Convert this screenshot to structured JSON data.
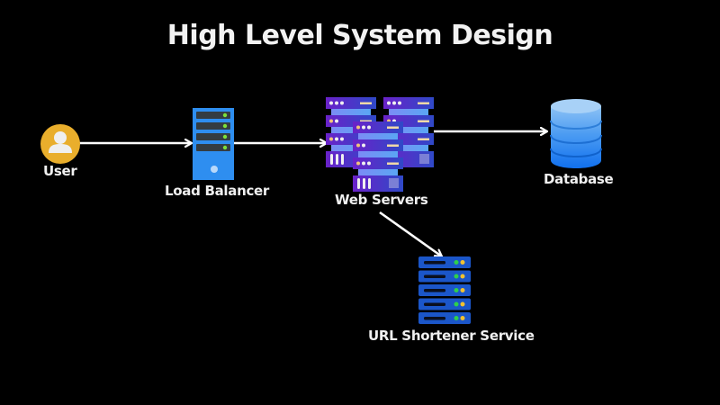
{
  "title": "High Level System Design",
  "nodes": {
    "user": {
      "label": "User",
      "icon": "user-avatar-icon",
      "color": "#E9AE2C"
    },
    "load_balancer": {
      "label": "Load Balancer",
      "icon": "server-tower-icon",
      "color": "#2E8EF0"
    },
    "web_servers": {
      "label": "Web Servers",
      "icon": "server-cluster-icon",
      "color": "#6A2FD6"
    },
    "database": {
      "label": "Database",
      "icon": "database-cylinder-icon",
      "color": "#1E7CF2"
    },
    "url_shortener": {
      "label": "URL Shortener Service",
      "icon": "server-rack-icon",
      "color": "#1B56C9"
    }
  },
  "edges": [
    {
      "from": "user",
      "to": "load_balancer"
    },
    {
      "from": "load_balancer",
      "to": "web_servers"
    },
    {
      "from": "web_servers",
      "to": "database"
    },
    {
      "from": "web_servers",
      "to": "url_shortener"
    }
  ]
}
